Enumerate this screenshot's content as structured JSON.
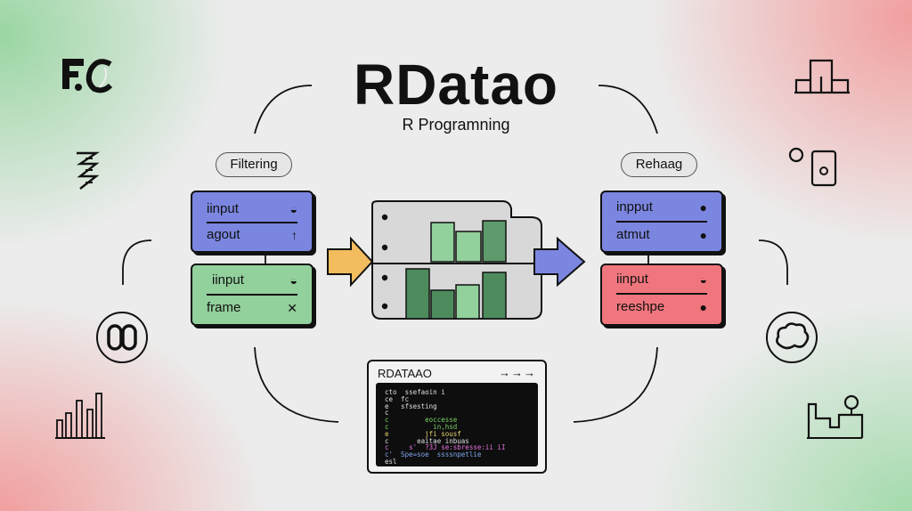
{
  "header": {
    "title": "RDatao",
    "subtitle": "R Programning"
  },
  "left_panel": {
    "tag": "Filtering",
    "card_top": {
      "row1": "iinput",
      "row2": "agout",
      "color": "#7b86e0"
    },
    "card_bottom": {
      "row1": "iinput",
      "row2": "frame",
      "color": "#92d09c"
    }
  },
  "right_panel": {
    "tag": "Rehaag",
    "card_top": {
      "row1": "inpput",
      "row2": "atmut",
      "color": "#7b86e0"
    },
    "card_bottom": {
      "row1": "iinput",
      "row2": "reeshpe",
      "color": "#f0767d"
    }
  },
  "arrows": {
    "left_color": "#f3bc5e",
    "right_color": "#7b86e0"
  },
  "center_frame": {
    "upper_bars": {
      "colors": [
        "#92d09c",
        "#92d09c",
        "#5e9a6c"
      ]
    },
    "lower_bars": {
      "colors": [
        "#4d8b5c",
        "#4d8b5c",
        "#92d09c",
        "#4d8b5c"
      ]
    }
  },
  "terminal": {
    "title": "RDATAAO",
    "arrows": "→→→",
    "lines": [
      {
        "text": "cto  ssefaoin i",
        "color": "#e0e0e0"
      },
      {
        "text": "ce  fc",
        "color": "#e0e0e0"
      },
      {
        "text": "e   sfsesting",
        "color": "#e0e0e0"
      },
      {
        "text": "c",
        "color": "#e0e0e0"
      },
      {
        "text": "c         eoccesse",
        "color": "#7ad06a"
      },
      {
        "text": "c           in,hsd",
        "color": "#7ad06a"
      },
      {
        "text": "e         jfi sousf",
        "color": "#e6d46a"
      },
      {
        "text": "c       eaitae inbuas",
        "color": "#e0e0e0"
      },
      {
        "text": "c     s'  ?3J se:sbresse:ii iI",
        "color": "#e873e0"
      },
      {
        "text": "c'  Spe≈soe  ssssnpetlie",
        "color": "#7fa8f0"
      },
      {
        "text": "esl",
        "color": "#e0e0e0"
      }
    ]
  },
  "side_icons": {
    "left": [
      "fc-logo-icon",
      "zigzag-icon",
      "double-circle-icon",
      "bar-chart-icon"
    ],
    "right": [
      "blocks-icon",
      "device-icon",
      "cloud-circle-icon",
      "chart-node-icon"
    ]
  }
}
